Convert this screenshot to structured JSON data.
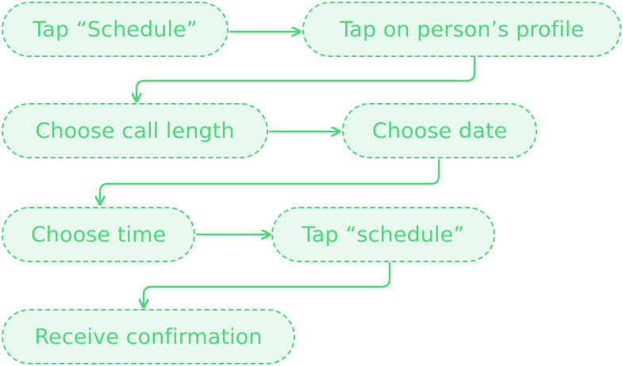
{
  "colors": {
    "accent": "#4cd97b",
    "fill": "#e9f8ee"
  },
  "steps": [
    "Tap “Schedule”",
    "Tap on person’s profile",
    "Choose call length",
    "Choose date",
    "Choose time",
    "Tap “schedule”",
    "Receive confirmation"
  ]
}
